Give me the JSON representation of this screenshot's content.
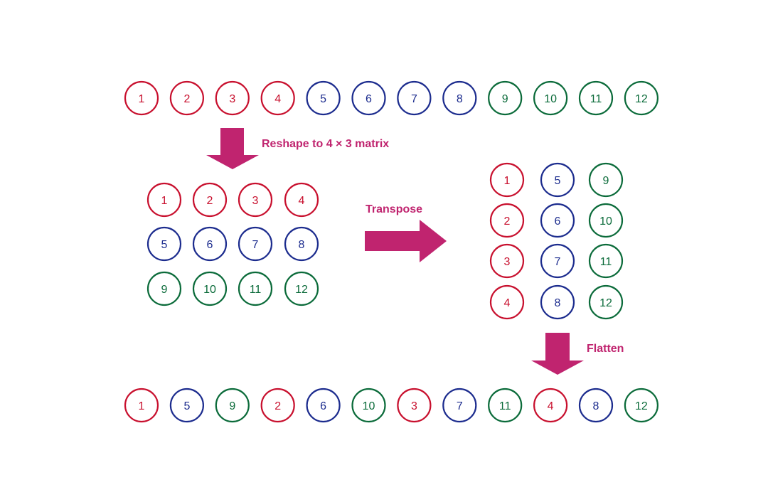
{
  "colors": {
    "red": "#c8102e",
    "blue": "#1c2c8e",
    "green": "#0b6b3a",
    "accent": "#c0246f"
  },
  "labels": {
    "reshape": "Reshape to 4 × 3 matrix",
    "transpose": "Transpose",
    "flatten": "Flatten"
  },
  "original_sequence": [
    {
      "n": "1",
      "c": "red"
    },
    {
      "n": "2",
      "c": "red"
    },
    {
      "n": "3",
      "c": "red"
    },
    {
      "n": "4",
      "c": "red"
    },
    {
      "n": "5",
      "c": "blue"
    },
    {
      "n": "6",
      "c": "blue"
    },
    {
      "n": "7",
      "c": "blue"
    },
    {
      "n": "8",
      "c": "blue"
    },
    {
      "n": "9",
      "c": "green"
    },
    {
      "n": "10",
      "c": "green"
    },
    {
      "n": "11",
      "c": "green"
    },
    {
      "n": "12",
      "c": "green"
    }
  ],
  "reshaped_matrix": [
    [
      {
        "n": "1",
        "c": "red"
      },
      {
        "n": "2",
        "c": "red"
      },
      {
        "n": "3",
        "c": "red"
      },
      {
        "n": "4",
        "c": "red"
      }
    ],
    [
      {
        "n": "5",
        "c": "blue"
      },
      {
        "n": "6",
        "c": "blue"
      },
      {
        "n": "7",
        "c": "blue"
      },
      {
        "n": "8",
        "c": "blue"
      }
    ],
    [
      {
        "n": "9",
        "c": "green"
      },
      {
        "n": "10",
        "c": "green"
      },
      {
        "n": "11",
        "c": "green"
      },
      {
        "n": "12",
        "c": "green"
      }
    ]
  ],
  "transposed_matrix": [
    [
      {
        "n": "1",
        "c": "red"
      },
      {
        "n": "5",
        "c": "blue"
      },
      {
        "n": "9",
        "c": "green"
      }
    ],
    [
      {
        "n": "2",
        "c": "red"
      },
      {
        "n": "6",
        "c": "blue"
      },
      {
        "n": "10",
        "c": "green"
      }
    ],
    [
      {
        "n": "3",
        "c": "red"
      },
      {
        "n": "7",
        "c": "blue"
      },
      {
        "n": "11",
        "c": "green"
      }
    ],
    [
      {
        "n": "4",
        "c": "red"
      },
      {
        "n": "8",
        "c": "blue"
      },
      {
        "n": "12",
        "c": "green"
      }
    ]
  ],
  "flattened_sequence": [
    {
      "n": "1",
      "c": "red"
    },
    {
      "n": "5",
      "c": "blue"
    },
    {
      "n": "9",
      "c": "green"
    },
    {
      "n": "2",
      "c": "red"
    },
    {
      "n": "6",
      "c": "blue"
    },
    {
      "n": "10",
      "c": "green"
    },
    {
      "n": "3",
      "c": "red"
    },
    {
      "n": "7",
      "c": "blue"
    },
    {
      "n": "11",
      "c": "green"
    },
    {
      "n": "4",
      "c": "red"
    },
    {
      "n": "8",
      "c": "blue"
    },
    {
      "n": "12",
      "c": "green"
    }
  ]
}
